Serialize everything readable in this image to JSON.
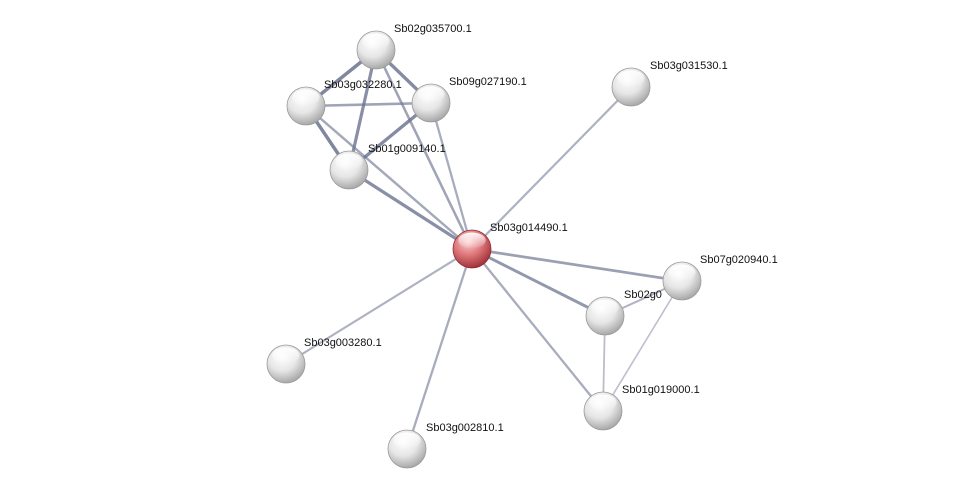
{
  "network": {
    "colors": {
      "edge": "#6e7591",
      "node_default": "#e4e4e4",
      "node_query": "#e07a7d",
      "label": "#111111"
    },
    "nodes": [
      {
        "id": "Sb03g014490.1",
        "label": "Sb03g014490.1",
        "query": true
      },
      {
        "id": "Sb02g035700.1",
        "label": "Sb02g035700.1",
        "query": false
      },
      {
        "id": "Sb03g032280.1",
        "label": "Sb03g032280.1",
        "query": false
      },
      {
        "id": "Sb09g027190.1",
        "label": "Sb09g027190.1",
        "query": false
      },
      {
        "id": "Sb01g009140.1",
        "label": "Sb01g009140.1",
        "query": false
      },
      {
        "id": "Sb03g031530.1",
        "label": "Sb03g031530.1",
        "query": false
      },
      {
        "id": "Sb07g020940.1",
        "label": "Sb07g020940.1",
        "query": false
      },
      {
        "id": "Sb02g0",
        "label": "Sb02g0",
        "query": false
      },
      {
        "id": "Sb01g019000.1",
        "label": "Sb01g019000.1",
        "query": false
      },
      {
        "id": "Sb03g003280.1",
        "label": "Sb03g003280.1",
        "query": false
      },
      {
        "id": "Sb03g002810.1",
        "label": "Sb03g002810.1",
        "query": false
      }
    ],
    "edges": [
      {
        "source": "Sb02g035700.1",
        "target": "Sb03g032280.1",
        "strength": 0.95
      },
      {
        "source": "Sb02g035700.1",
        "target": "Sb09g027190.1",
        "strength": 0.9
      },
      {
        "source": "Sb02g035700.1",
        "target": "Sb01g009140.1",
        "strength": 0.85
      },
      {
        "source": "Sb02g035700.1",
        "target": "Sb03g014490.1",
        "strength": 0.6
      },
      {
        "source": "Sb03g032280.1",
        "target": "Sb09g027190.1",
        "strength": 0.6
      },
      {
        "source": "Sb03g032280.1",
        "target": "Sb01g009140.1",
        "strength": 0.95
      },
      {
        "source": "Sb03g032280.1",
        "target": "Sb03g014490.1",
        "strength": 0.55
      },
      {
        "source": "Sb09g027190.1",
        "target": "Sb01g009140.1",
        "strength": 0.9
      },
      {
        "source": "Sb09g027190.1",
        "target": "Sb03g014490.1",
        "strength": 0.5
      },
      {
        "source": "Sb01g009140.1",
        "target": "Sb03g014490.1",
        "strength": 0.85
      },
      {
        "source": "Sb03g031530.1",
        "target": "Sb03g014490.1",
        "strength": 0.45
      },
      {
        "source": "Sb07g020940.1",
        "target": "Sb03g014490.1",
        "strength": 0.65
      },
      {
        "source": "Sb02g0",
        "target": "Sb03g014490.1",
        "strength": 0.75
      },
      {
        "source": "Sb01g019000.1",
        "target": "Sb03g014490.1",
        "strength": 0.5
      },
      {
        "source": "Sb03g003280.1",
        "target": "Sb03g014490.1",
        "strength": 0.45
      },
      {
        "source": "Sb03g002810.1",
        "target": "Sb03g014490.1",
        "strength": 0.5
      },
      {
        "source": "Sb02g0",
        "target": "Sb07g020940.1",
        "strength": 0.4
      },
      {
        "source": "Sb02g0",
        "target": "Sb01g019000.1",
        "strength": 0.3
      },
      {
        "source": "Sb07g020940.1",
        "target": "Sb01g019000.1",
        "strength": 0.25
      }
    ]
  }
}
